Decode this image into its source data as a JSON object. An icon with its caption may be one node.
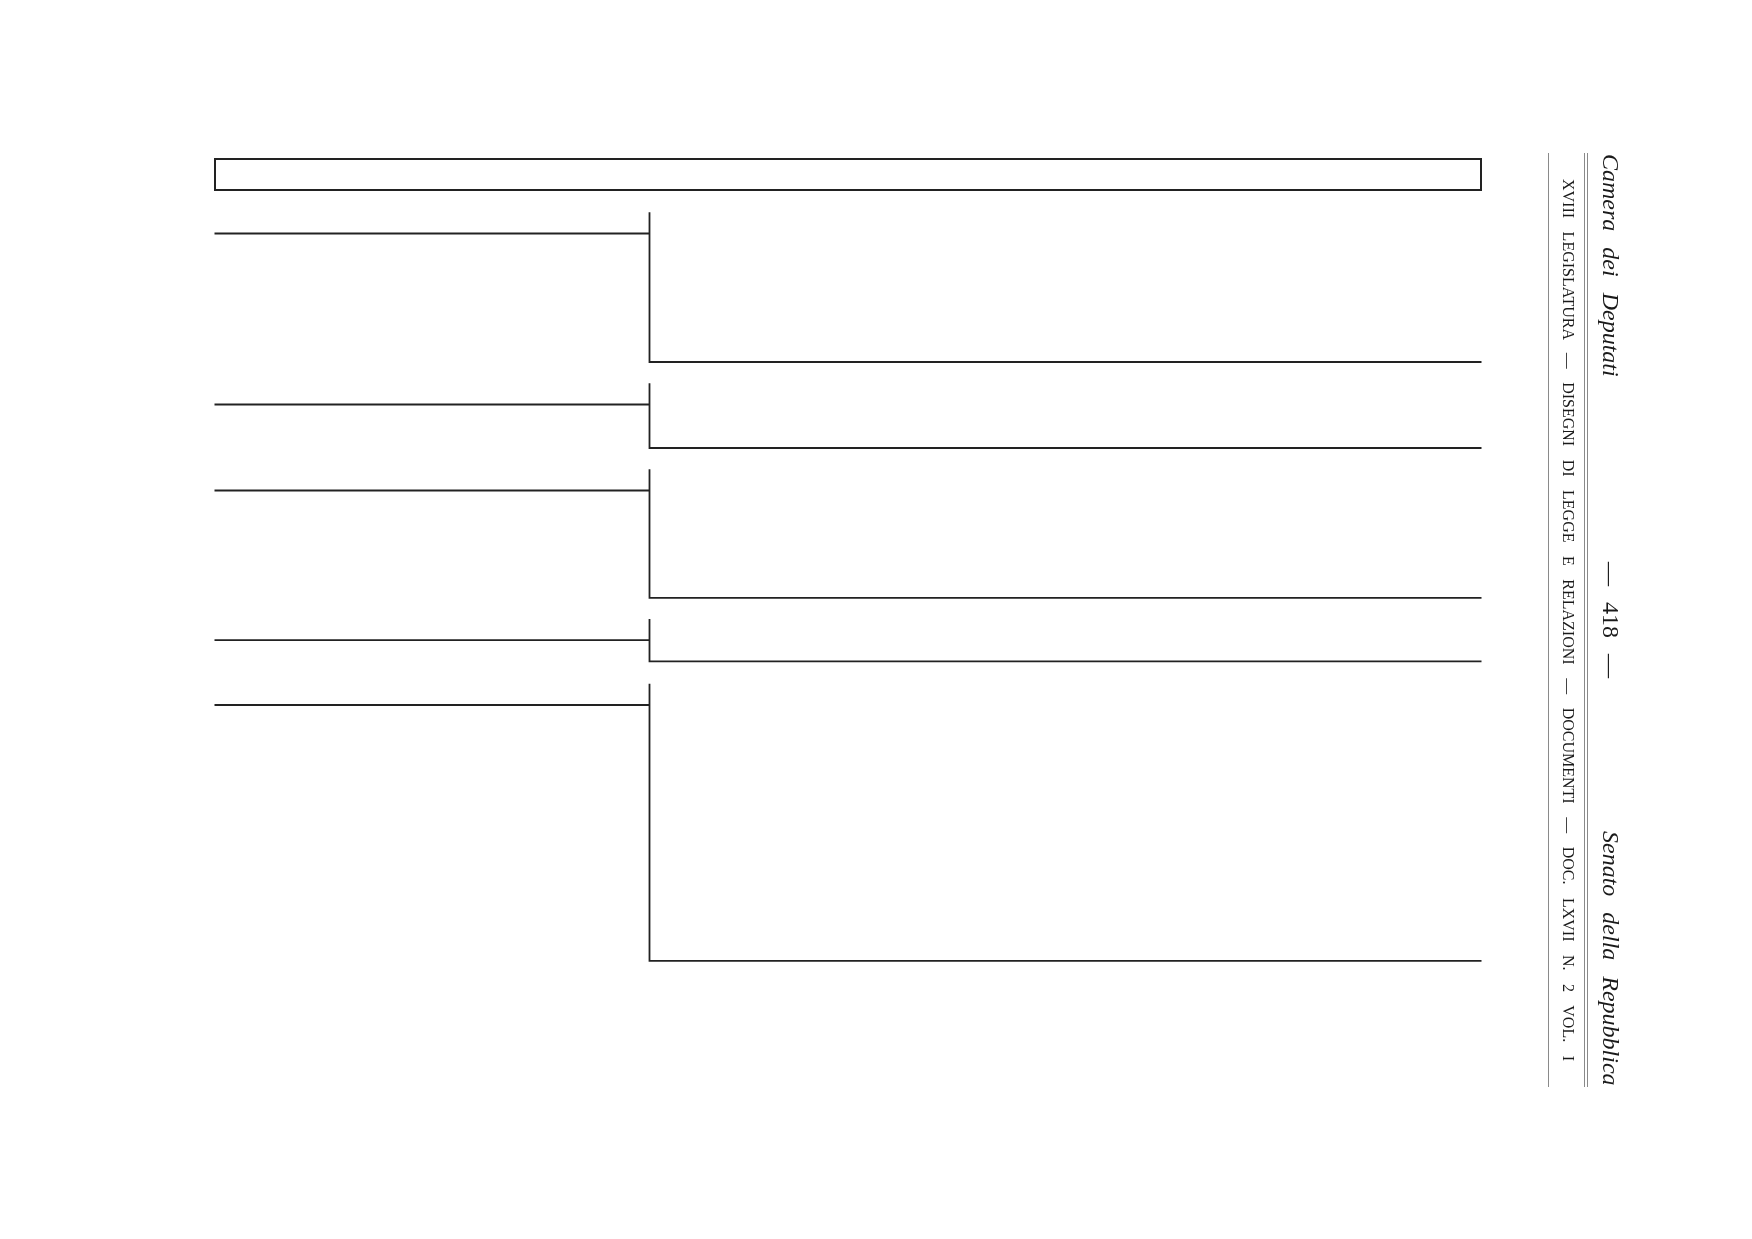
{
  "diagram": {
    "nodes": [
      {
        "text": [],
        "shape": "box"
      }
    ],
    "labels": [
      "Camera dei Deputati",
      "— 418 —",
      "Senato della Repubblica",
      "XVIII LEGISLATURA — DISEGNI DI LEGGE E RELAZIONI — DOCUMENTI — DOC. LXVII N. 2 VOL. I"
    ]
  }
}
